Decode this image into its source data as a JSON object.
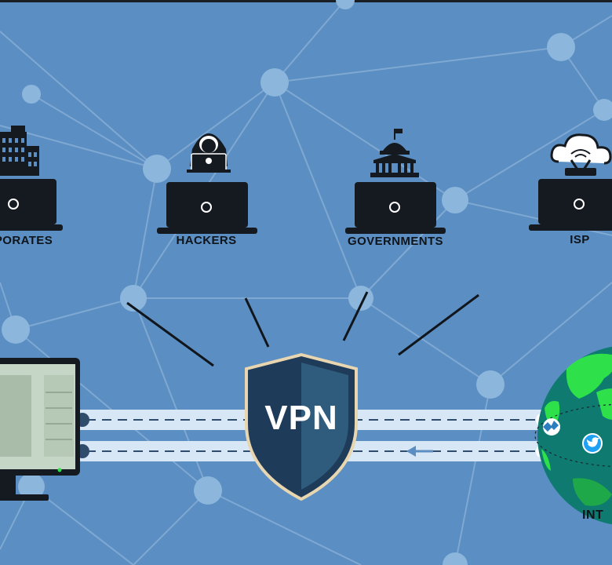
{
  "labels": {
    "corporates": "PORATES",
    "hackers": "HACKERS",
    "governments": "GOVERNMENTS",
    "isp": "ISP",
    "vpn": "VPN",
    "internet": "INT"
  },
  "colors": {
    "background": "#5b8ec2",
    "node": "#8cb6dc",
    "line": "#7fa8d2",
    "shield_dark": "#1f3b5a",
    "shield_light": "#2f5b7d",
    "shield_border": "#e8d6b0",
    "tunnel": "#d8e7f5",
    "globe_ocean": "#0e7a70",
    "globe_land": "#2ee04a"
  },
  "icons": [
    "office-building-icon",
    "hacker-icon",
    "government-building-icon",
    "router-cloud-icon",
    "laptop-icon",
    "monitor-icon",
    "vpn-shield-icon",
    "globe-icon",
    "twitter-icon",
    "kodi-icon"
  ]
}
